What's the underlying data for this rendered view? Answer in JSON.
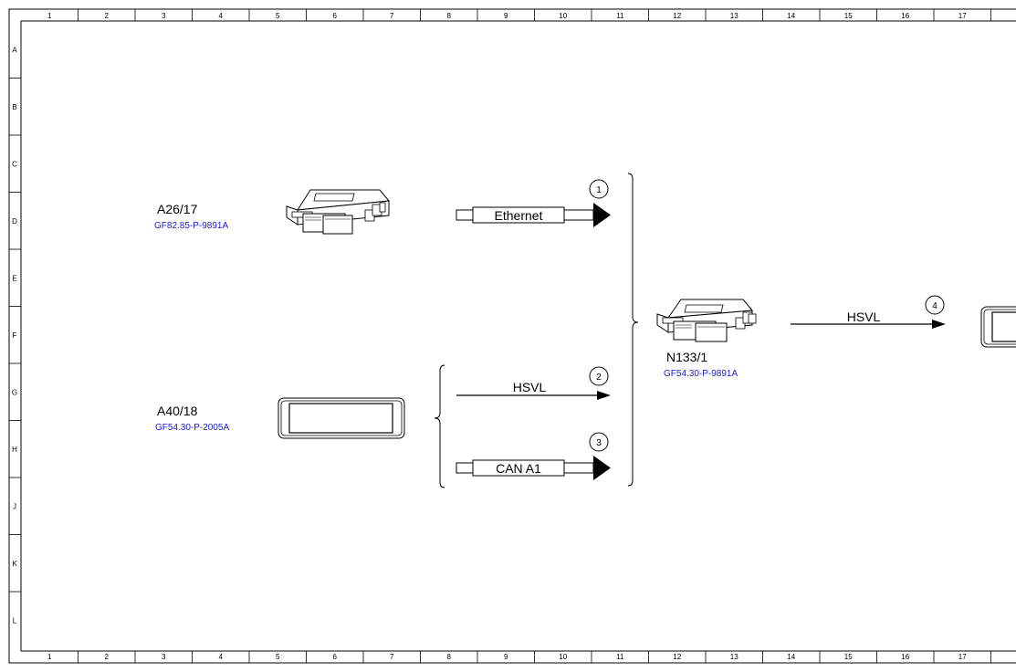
{
  "grid": {
    "columns": [
      "1",
      "2",
      "3",
      "4",
      "5",
      "6",
      "7",
      "8",
      "9",
      "10",
      "11",
      "12",
      "13",
      "14",
      "15",
      "16",
      "17"
    ],
    "rows": [
      "A",
      "B",
      "C",
      "D",
      "E",
      "F",
      "G",
      "H",
      "J",
      "K",
      "L"
    ]
  },
  "components": {
    "a26_17": {
      "code": "A26/17",
      "ref": "GF82.85-P-9891A"
    },
    "a40_18": {
      "code": "A40/18",
      "ref": "GF54.30-P-2005A"
    },
    "n133_1": {
      "code": "N133/1",
      "ref": "GF54.30-P-9891A"
    }
  },
  "signals": {
    "s1": {
      "number": "1",
      "label": "Ethernet"
    },
    "s2": {
      "number": "2",
      "label": "HSVL"
    },
    "s3": {
      "number": "3",
      "label": "CAN A1"
    },
    "s4": {
      "number": "4",
      "label": "HSVL"
    }
  }
}
